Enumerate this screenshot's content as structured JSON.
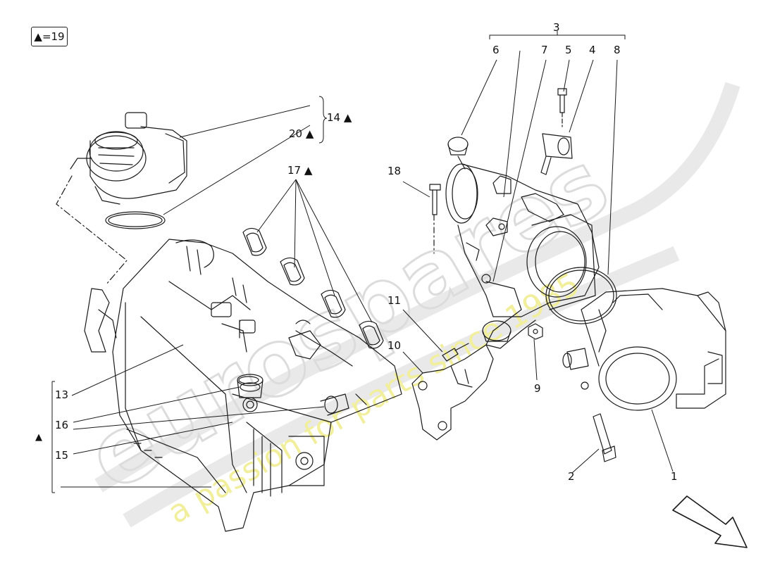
{
  "legend": {
    "symbol": "▲",
    "text": "=19"
  },
  "callouts": {
    "c1": "1",
    "c2": "2",
    "c3": "3",
    "c4": "4",
    "c5": "5",
    "c6": "6",
    "c7": "7",
    "c8": "8",
    "c9": "9",
    "c10": "10",
    "c11": "11",
    "c13": "13",
    "c14": "14 ▲",
    "c15": "15",
    "c16": "16",
    "c17": "17 ▲",
    "c18": "18",
    "c20": "20 ▲",
    "triangle_group": "▲"
  },
  "watermark": {
    "line1": "eurospares",
    "line2": "a passion for parts since 1985"
  },
  "colors": {
    "line": "#1a1a1a",
    "watermark_text": "#f2ef9a",
    "watermark_logo": "#e6e6e6"
  }
}
